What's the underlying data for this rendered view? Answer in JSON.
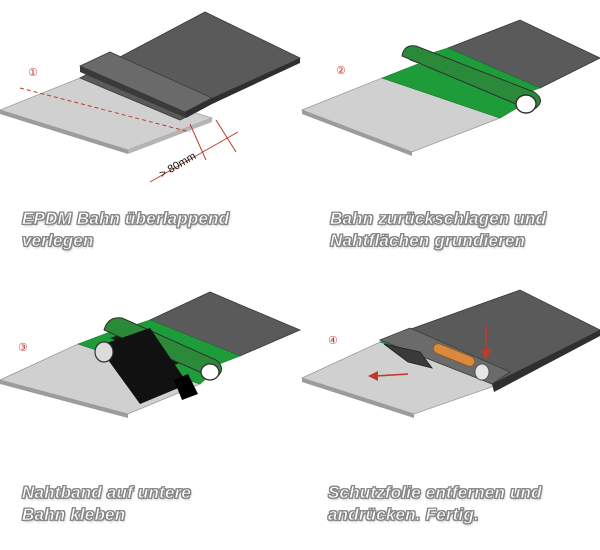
{
  "steps": [
    {
      "number": "①",
      "caption_line1": "EPDM Bahn überlappend",
      "caption_line2": "verlegen",
      "dimension_label": "> 80mm"
    },
    {
      "number": "②",
      "caption_line1": "Bahn zurückschlagen und",
      "caption_line2": "Nahtflächen grundieren"
    },
    {
      "number": "③",
      "caption_line1": "Nahtband auf untere",
      "caption_line2": "Bahn kleben"
    },
    {
      "number": "④",
      "caption_line1": "Schutzfolie entfernen und",
      "caption_line2": "andrücken. Fertig."
    }
  ],
  "colors": {
    "lower_sheet_top": "#cfcfcf",
    "lower_sheet_edge": "#8d8d8d",
    "upper_sheet_top": "#5a5a5a",
    "upper_sheet_edge": "#2f2f2f",
    "primer_green": "#1e9c3a",
    "seam_tape": "#1a1a1a",
    "step_number": "#c0392b",
    "arrow_red": "#c0392b",
    "roller_handle": "#d98a3d"
  }
}
